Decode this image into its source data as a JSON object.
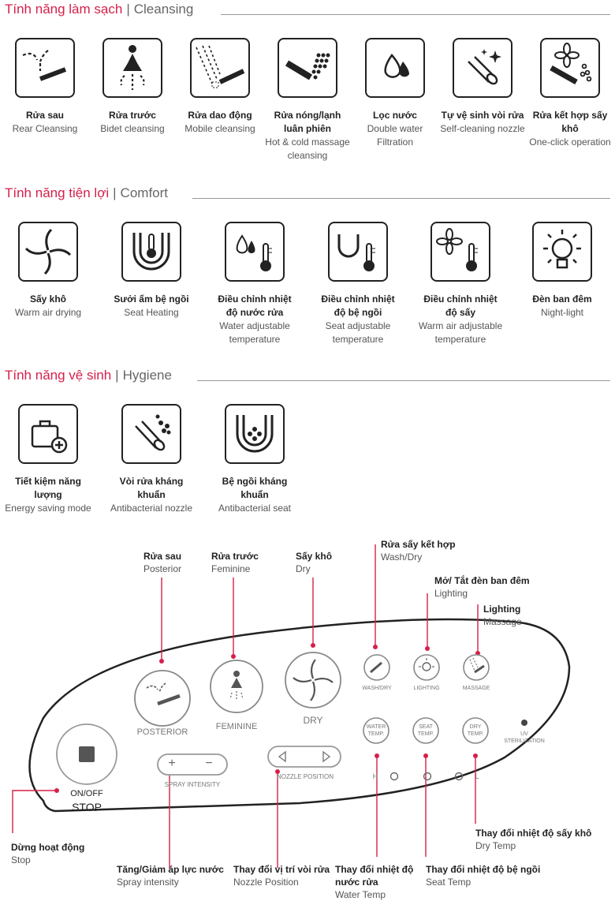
{
  "sections": {
    "cleansing": {
      "title_vn": "Tính năng làm sạch",
      "title_en": "Cleansing",
      "items": [
        {
          "vn": "Rửa sau",
          "en": "Rear Cleansing",
          "icon": "rear-cleansing-icon"
        },
        {
          "vn": "Rửa trước",
          "en": "Bidet cleansing",
          "icon": "bidet-icon"
        },
        {
          "vn": "Rửa dao động",
          "en": "Mobile cleansing",
          "icon": "mobile-cleansing-icon"
        },
        {
          "vn": "Rửa nóng/lạnh luân phiên",
          "en": "Hot & cold massage cleansing",
          "icon": "hot-cold-massage-icon"
        },
        {
          "vn": "Lọc nước",
          "en": "Double water Filtration",
          "icon": "water-filter-icon"
        },
        {
          "vn": "Tự vệ sinh vòi rửa",
          "en": "Self-cleaning nozzle",
          "icon": "self-cleaning-nozzle-icon"
        },
        {
          "vn": "Rửa kết hợp sấy khô",
          "en": "One-click operation",
          "icon": "one-click-icon"
        }
      ]
    },
    "comfort": {
      "title_vn": "Tính năng tiện lợi",
      "title_en": "Comfort",
      "items": [
        {
          "vn": "Sấy khô",
          "en": "Warm air drying",
          "icon": "warm-air-drying-icon"
        },
        {
          "vn": "Sưởi ấm bệ ngồi",
          "en": "Seat Heating",
          "icon": "seat-heating-icon"
        },
        {
          "vn": "Điều chỉnh nhiệt độ nước rửa",
          "en": "Water adjustable temperature",
          "icon": "water-temperature-icon"
        },
        {
          "vn": "Điều chỉnh nhiệt độ bệ ngồi",
          "en": "Seat adjustable temperature",
          "icon": "seat-temperature-icon"
        },
        {
          "vn": "Điều chỉnh nhiệt độ sấy",
          "en": "Warm air adjustable temperature",
          "icon": "dry-temperature-icon"
        },
        {
          "vn": "Đèn ban đêm",
          "en": "Night-light",
          "icon": "night-light-icon"
        }
      ]
    },
    "hygiene": {
      "title_vn": "Tính năng vệ sinh",
      "title_en": "Hygiene",
      "items": [
        {
          "vn": "Tiết kiệm năng lượng",
          "en": "Energy saving mode",
          "icon": "energy-saving-icon"
        },
        {
          "vn": "Vòi rửa kháng khuẩn",
          "en": "Antibacterial nozzle",
          "icon": "antibacterial-nozzle-icon"
        },
        {
          "vn": "Bệ ngồi kháng khuẩn",
          "en": "Antibacterial seat",
          "icon": "antibacterial-seat-icon"
        }
      ]
    }
  },
  "panel": {
    "buttons": {
      "posterior": "POSTERIOR",
      "feminine": "FEMININE",
      "dry": "DRY",
      "wash_dry": "WASH/DRY",
      "lighting": "LIGHTING",
      "massage": "MASSAGE",
      "water_temp_1": "WATER",
      "water_temp_2": "TEMP.",
      "seat_temp_1": "SEAT",
      "seat_temp_2": "TEMP.",
      "dry_temp_1": "DRY",
      "dry_temp_2": "TEMP.",
      "uv_1": "UV",
      "uv_2": "STERILIZATION",
      "spray_intensity": "SPRAY INTENSITY",
      "nozzle_position": "NOZZLE POSITION",
      "on_off": "ON/OFF",
      "stop": "STOP",
      "plus": "+",
      "minus": "−",
      "level_h": "H",
      "level_l": "L"
    },
    "callouts": {
      "posterior": {
        "vn": "Rửa sau",
        "en": "Posterior"
      },
      "feminine": {
        "vn": "Rửa trước",
        "en": "Feminine"
      },
      "dry": {
        "vn": "Sấy khô",
        "en": "Dry"
      },
      "wash_dry": {
        "vn": "Rửa sấy kết hợp",
        "en": "Wash/Dry"
      },
      "lighting": {
        "vn": "Mở/ Tắt đèn ban đêm",
        "en": "Lighting"
      },
      "massage": {
        "vn": "Lighting",
        "en": "Massage"
      },
      "stop": {
        "vn": "Dừng hoạt động",
        "en": "Stop"
      },
      "spray": {
        "vn": "Tăng/Giảm áp lực nước",
        "en": "Spray intensity"
      },
      "nozzle": {
        "vn": "Thay đổi vị trí vòi rửa",
        "en": "Nozzle Position"
      },
      "water_temp": {
        "vn": "Thay đổi nhiệt độ nước rửa",
        "en": "Water Temp"
      },
      "seat_temp": {
        "vn": "Thay đổi nhiệt độ bệ ngồi",
        "en": "Seat Temp"
      },
      "dry_temp": {
        "vn": "Thay đổi nhiệt độ sấy khô",
        "en": "Dry Temp"
      }
    }
  },
  "colors": {
    "accent": "#d6204a",
    "text": "#222222",
    "muted": "#555555",
    "line": "#999999"
  }
}
